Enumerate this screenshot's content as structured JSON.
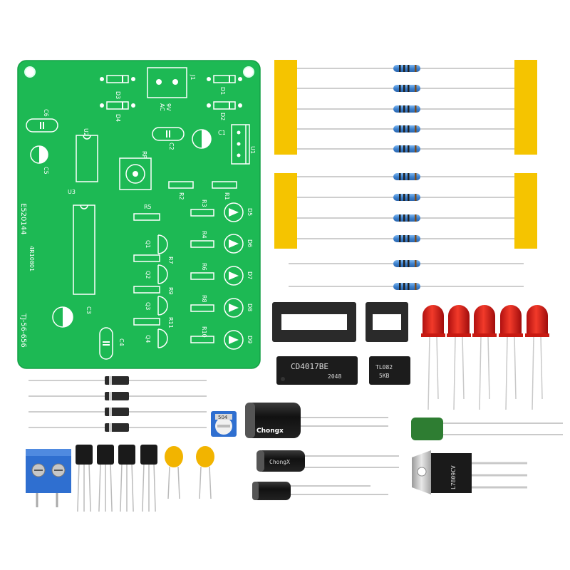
{
  "pcb": {
    "color": "#1db954",
    "labels": {
      "d1": "D1",
      "d2": "D2",
      "d3": "D3",
      "d4": "D4",
      "j1": "J1",
      "ac": "AC",
      "volt": "9V",
      "c1": "C1",
      "c2": "C2",
      "c3": "C3",
      "c4": "C4",
      "c5": "C5",
      "c6": "C6",
      "u1": "U1",
      "u2": "U2",
      "u3": "U3",
      "rp": "RP",
      "r1": "R1",
      "r2": "R2",
      "r3": "R3",
      "r4": "R4",
      "r5": "R5",
      "r6": "R6",
      "r7": "R7",
      "r8": "R8",
      "r9": "R9",
      "r10": "R10",
      "r11": "R11",
      "q1": "Q1",
      "q2": "Q2",
      "q3": "Q3",
      "q4": "Q4",
      "d5": "D5",
      "d6": "D6",
      "d7": "D7",
      "d8": "D8",
      "d9": "D9",
      "cert": "E520144",
      "code": "4R10801",
      "board_id": "TJ-56-656"
    }
  },
  "components": {
    "ic_large": {
      "line1": "CD4017BE",
      "line2": "2048"
    },
    "ic_small": {
      "line1": "TL082",
      "line2": "5KB"
    },
    "cap_brand": "Chongx",
    "cap_brand_small": "ChongX",
    "trimmer_label": "504",
    "regulator_label": "L7809CV",
    "resistor_count": 11,
    "led_count": 5,
    "diode_count": 4,
    "transistor_count": 4
  },
  "colors": {
    "resistor_body": "#4a8fd6",
    "tape": "#f5c400",
    "led": "#e8271c",
    "terminal": "#2f6fd0"
  }
}
